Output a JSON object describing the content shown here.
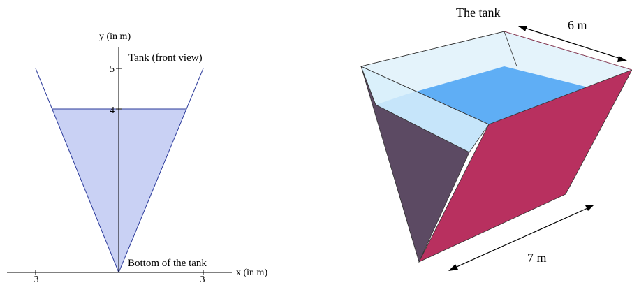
{
  "front_view": {
    "y_axis_label": "y (in m)",
    "x_axis_label": "x (in m)",
    "title": "Tank (front view)",
    "bottom_label": "Bottom of the tank",
    "ticks": {
      "x_neg": "−3",
      "x_pos": "3",
      "y_4": "4",
      "y_5": "5"
    },
    "water_level_m": 4,
    "tank_height_m": 5,
    "tank_halfwidth_at_top_m": 3,
    "colors": {
      "water": "#c9d1f4",
      "walls": "#2b3a9a",
      "axes": "#000000"
    }
  },
  "tank_3d": {
    "title": "The tank",
    "length_label": "6 m",
    "depth_label": "7 m",
    "colors": {
      "water_top": "#5faef5",
      "glass": "#d8eefa",
      "right_wall": "#b8305f",
      "left_wall": "#5c4a63",
      "inner_wall": "#cfe4ef"
    }
  }
}
